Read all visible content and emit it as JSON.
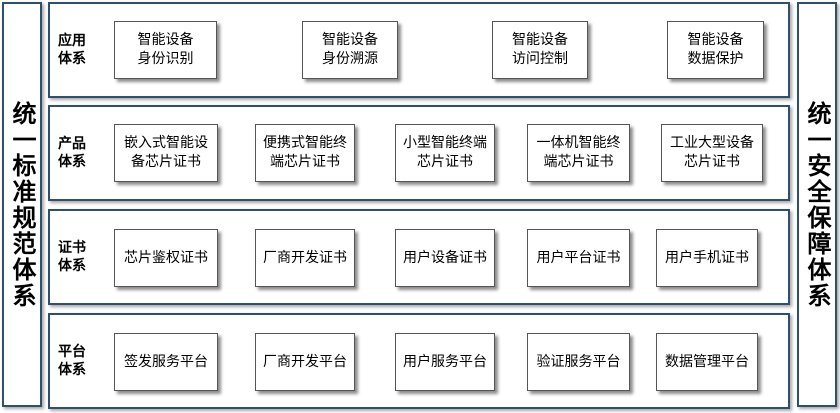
{
  "left_column": {
    "text": "统一标准规范体系"
  },
  "right_column": {
    "text": "统一安全保障体系"
  },
  "layers": [
    {
      "label": "应用\n体系",
      "cards": [
        "智能设备\n身份识别",
        "智能设备\n身份溯源",
        "智能设备\n访问控制",
        "智能设备\n数据保护"
      ]
    },
    {
      "label": "产品\n体系",
      "cards": [
        "嵌入式智能设\n备芯片证书",
        "便携式智能终\n端芯片证书",
        "小型智能终端\n芯片证书",
        "一体机智能终\n端芯片证书",
        "工业大型设备\n芯片证书"
      ]
    },
    {
      "label": "证书\n体系",
      "cards": [
        "芯片鉴权证书",
        "厂商开发证书",
        "用户设备证书",
        "用户平台证书",
        "用户手机证书"
      ]
    },
    {
      "label": "平台\n体系",
      "cards": [
        "签发服务平台",
        "厂商开发平台",
        "用户服务平台",
        "验证服务平台",
        "数据管理平台"
      ]
    }
  ]
}
